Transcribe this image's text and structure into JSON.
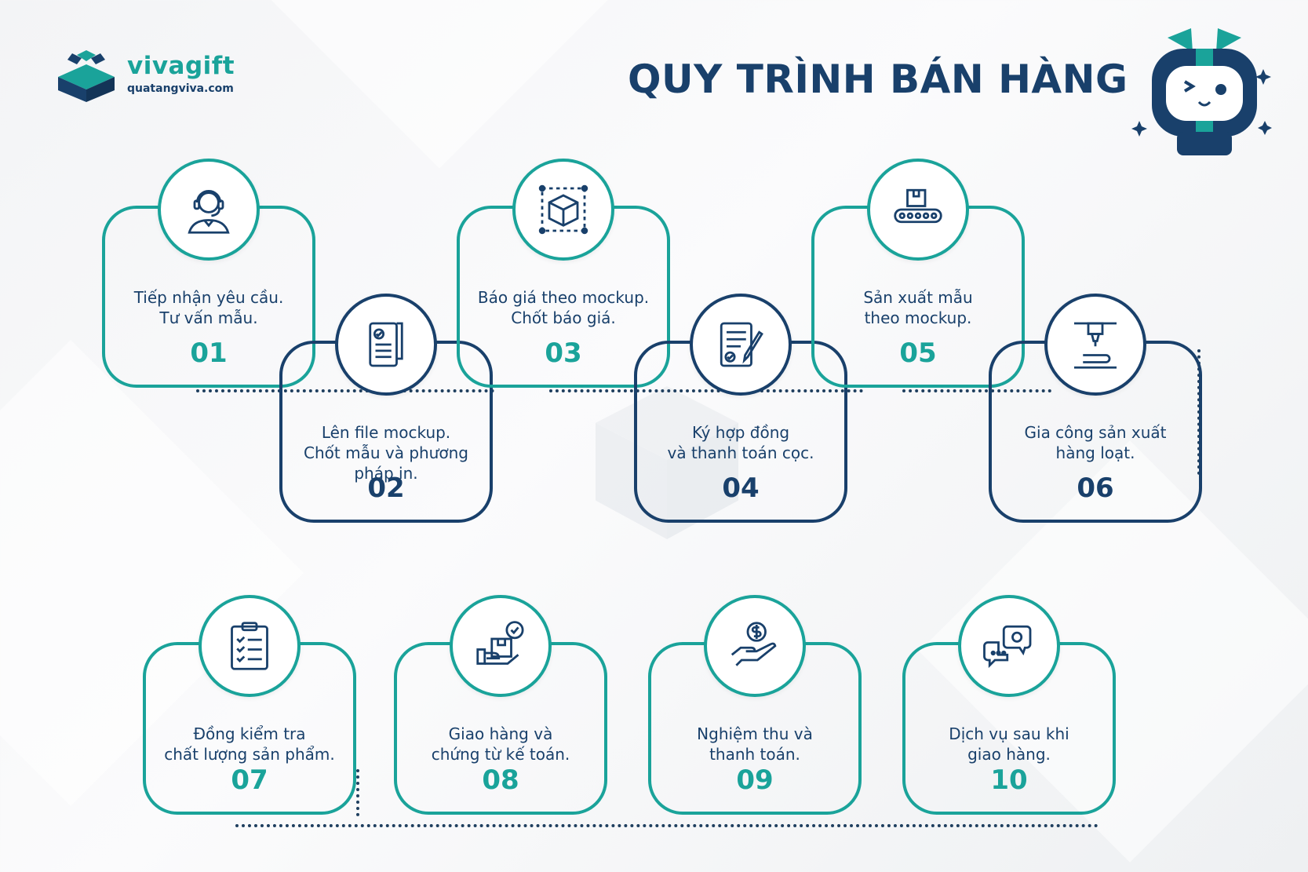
{
  "brand": {
    "name": "vivagift",
    "site": "quatangviva.com",
    "teal": "#1aa39a",
    "navy": "#19406b"
  },
  "title": "QUY TRÌNH BÁN HÀNG",
  "steps": [
    {
      "num": "01",
      "text": "Tiếp nhận yêu cầu.\nTư vấn mẫu.",
      "icon": "headset-agent-icon"
    },
    {
      "num": "02",
      "text": "Lên file mockup.\nChốt mẫu và phương\npháp in.",
      "icon": "document-checklist-icon"
    },
    {
      "num": "03",
      "text": "Báo giá theo mockup.\nChốt báo giá.",
      "icon": "3d-cube-icon"
    },
    {
      "num": "04",
      "text": "Ký hợp đồng\nvà thanh toán cọc.",
      "icon": "contract-sign-icon"
    },
    {
      "num": "05",
      "text": "Sản xuất mẫu\ntheo mockup.",
      "icon": "conveyor-belt-icon"
    },
    {
      "num": "06",
      "text": "Gia công sản xuất\nhàng loạt.",
      "icon": "3d-printer-icon"
    },
    {
      "num": "07",
      "text": "Đồng kiểm tra\nchất lượng sản phẩm.",
      "icon": "clipboard-check-icon"
    },
    {
      "num": "08",
      "text": "Giao hàng và\nchứng từ kế toán.",
      "icon": "delivery-check-icon"
    },
    {
      "num": "09",
      "text": "Nghiệm thu và\nthanh toán.",
      "icon": "hand-coin-icon"
    },
    {
      "num": "10",
      "text": "Dịch vụ sau khi\ngiao hàng.",
      "icon": "support-chat-icon"
    }
  ]
}
